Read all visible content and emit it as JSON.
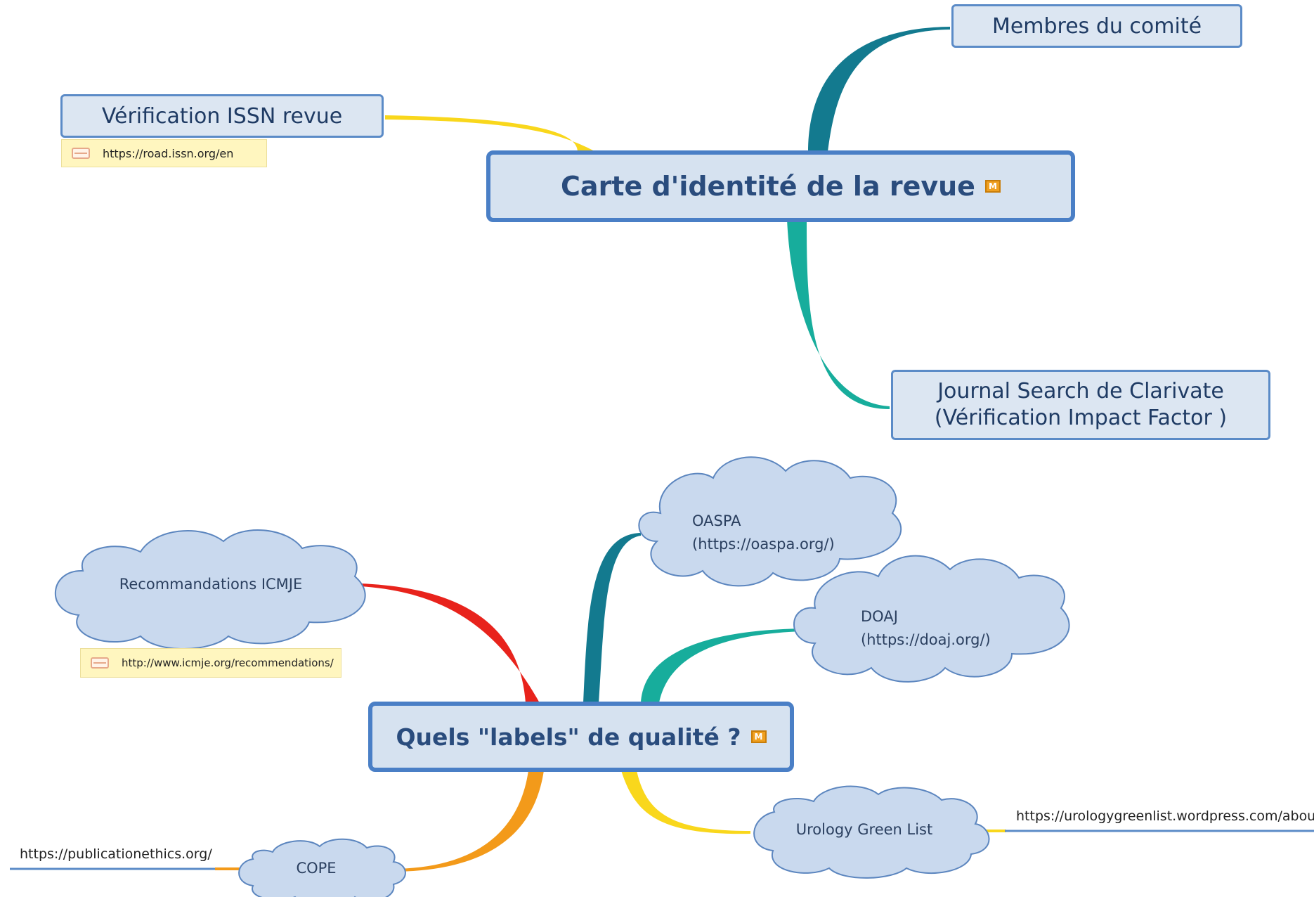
{
  "colors": {
    "node_fill": "#dce6f2",
    "node_border": "#5b8bc7",
    "cloud_fill": "#c9d9ee",
    "cloud_stroke": "#5c86bf",
    "note_fill": "#fff6bf",
    "branch_yellow": "#f9d71c",
    "branch_teal_dark": "#137a8f",
    "branch_teal": "#17ad9c",
    "branch_red": "#e8231c",
    "branch_orange": "#f39a1a",
    "line_blue": "#5b8bc7",
    "badge": "#f0a020"
  },
  "map1": {
    "central": {
      "label": "Carte d'identité de la revue",
      "badge": "M"
    },
    "verification": {
      "label": "Vérification ISSN revue"
    },
    "verification_note": {
      "text": "https://road.issn.org/en",
      "icon": "note-icon"
    },
    "membres": {
      "label": "Membres du comité"
    },
    "journal_search": {
      "line1": "Journal Search de Clarivate",
      "line2": "(Vérification Impact Factor )"
    }
  },
  "map2": {
    "central": {
      "label": "Quels \"labels\" de qualité ?",
      "badge": "M"
    },
    "icmje": {
      "label": "Recommandations ICMJE"
    },
    "icmje_note": {
      "text": "http://www.icmje.org/recommendations/",
      "icon": "note-icon"
    },
    "oaspa": {
      "line1": "OASPA",
      "line2": "(https://oaspa.org/)"
    },
    "doaj": {
      "line1": "DOAJ",
      "line2": "(https://doaj.org/)"
    },
    "urology": {
      "label": "Urology Green List",
      "link": "https://urologygreenlist.wordpress.com/about/"
    },
    "cope": {
      "label": "COPE",
      "link": "https://publicationethics.org/"
    }
  }
}
